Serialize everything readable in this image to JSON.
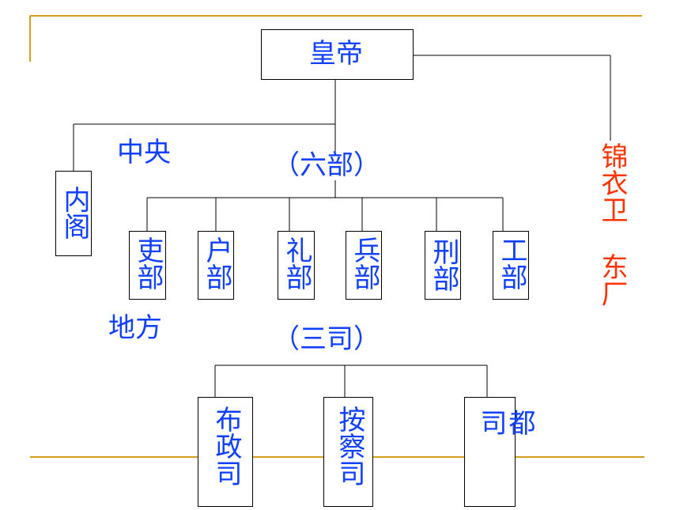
{
  "emperor": "皇帝",
  "central_label": "中央",
  "six_ministries_label": "（六部）",
  "neige": "内阁",
  "ministries": [
    "吏部",
    "户部",
    "礼部",
    "兵部",
    "刑部",
    "工部"
  ],
  "local_label": "地方",
  "three_offices_label": "（三司）",
  "offices": [
    "布政司",
    "按察司",
    "都司"
  ],
  "jinyiwei": "锦衣卫",
  "dongchang": "东厂",
  "colors": {
    "blue": "#1040ff",
    "red": "#ff3300",
    "gold": "#d4a017",
    "line": "#000000"
  }
}
